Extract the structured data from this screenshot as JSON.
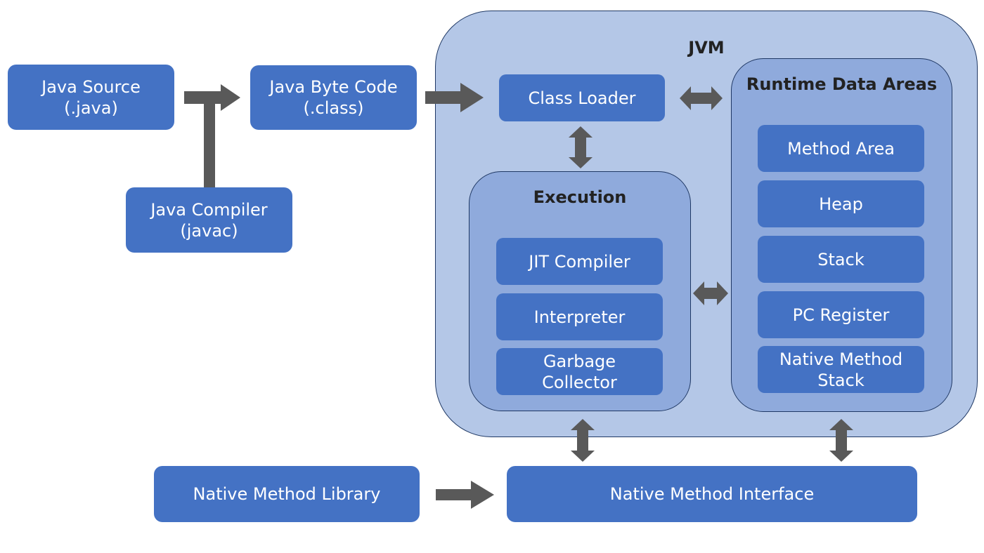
{
  "source": {
    "line1": "Java Source",
    "line2": "(.java)"
  },
  "bytecode": {
    "line1": "Java Byte Code",
    "line2": "(.class)"
  },
  "compiler": {
    "line1": "Java Compiler",
    "line2": "(javac)"
  },
  "jvm": {
    "title": "JVM",
    "class_loader": "Class Loader",
    "execution": {
      "title": "Execution",
      "jit": "JIT Compiler",
      "interpreter": "Interpreter",
      "gc_line1": "Garbage",
      "gc_line2": "Collector"
    },
    "runtime": {
      "title": "Runtime Data Areas",
      "method_area": "Method Area",
      "heap": "Heap",
      "stack": "Stack",
      "pc_register": "PC Register",
      "native_stack_line1": "Native Method",
      "native_stack_line2": "Stack"
    }
  },
  "native_library": "Native Method Library",
  "native_interface": "Native Method Interface",
  "colors": {
    "box": "#4472c4",
    "jvm_bg": "#b4c7e7",
    "inner_bg": "#8faadc",
    "arrow": "#595959"
  }
}
